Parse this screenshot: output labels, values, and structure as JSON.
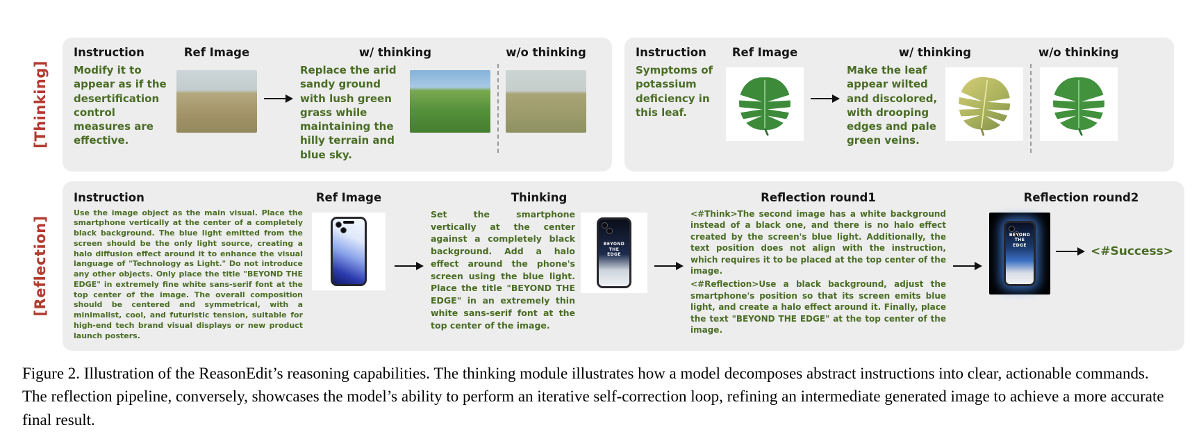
{
  "colors": {
    "panel_background": "#ededed",
    "green_text": "#4a6d25",
    "red_row_label": "#b23b2e",
    "halo_blue": "#5096ff"
  },
  "thinking_row": {
    "label": "[Thinking]",
    "panels": [
      {
        "headers": {
          "instruction": "Instruction",
          "ref_image": "Ref Image",
          "with_thinking": "w/ thinking",
          "without_thinking": "w/o thinking"
        },
        "instruction": "Modify it to appear as if the desertification control measures are effective.",
        "thinking": "Replace the arid sandy ground with lush green grass while maintaining the hilly terrain and blue sky."
      },
      {
        "headers": {
          "instruction": "Instruction",
          "ref_image": "Ref Image",
          "with_thinking": "w/ thinking",
          "without_thinking": "w/o thinking"
        },
        "instruction": "Symptoms of potassium deficiency in this leaf.",
        "thinking": "Make the leaf appear wilted and discolored, with drooping edges and pale green veins."
      }
    ]
  },
  "reflection_row": {
    "label": "[Reflection]",
    "headers": {
      "instruction": "Instruction",
      "ref_image": "Ref Image",
      "thinking": "Thinking",
      "reflection_round1": "Reflection round1",
      "reflection_round2": "Reflection round2"
    },
    "instruction": "Use the image object as the main visual. Place the smartphone vertically at the center of a completely black background. The blue light emitted from the screen should be the only light source, creating a halo diffusion effect around it to enhance the visual language of \"Technology as Light.\" Do not introduce any other objects. Only place the title \"BEYOND THE EDGE\" in extremely fine white sans-serif font at the top center of the image. The overall composition should be centered and symmetrical, with a minimalist, cool, and futuristic tension, suitable for high-end tech brand visual displays or new product launch posters.",
    "thinking": "Set the smartphone vertically at the center against a completely black background. Add a halo effect around the phone's screen using the blue light. Place the title \"BEYOND THE EDGE\" in an extremely thin white sans-serif font at the top center of the image.",
    "reflection_round1_think": "<#Think>The second image has a white background instead of a black one, and there is no halo effect created by the screen's blue light. Additionally, the text position does not align with the instruction, which requires it to be placed at the top center of the image.",
    "reflection_round1_reflection": "<#Reflection>Use a black background, adjust the smartphone's position so that its screen emits blue light, and create a halo effect around it. Finally, place the text \"BEYOND THE EDGE\" at the top center of the image.",
    "success": "<#Success>",
    "phone_screen_title": "BEYOND THE EDGE"
  },
  "caption": "Figure 2.  Illustration of the ReasonEdit’s reasoning capabilities.  The thinking module illustrates how a model decomposes abstract instructions into clear, actionable commands.  The reflection pipeline, conversely, showcases the model’s ability to perform an iterative self-correction loop, refining an intermediate generated image to achieve a more accurate final result."
}
